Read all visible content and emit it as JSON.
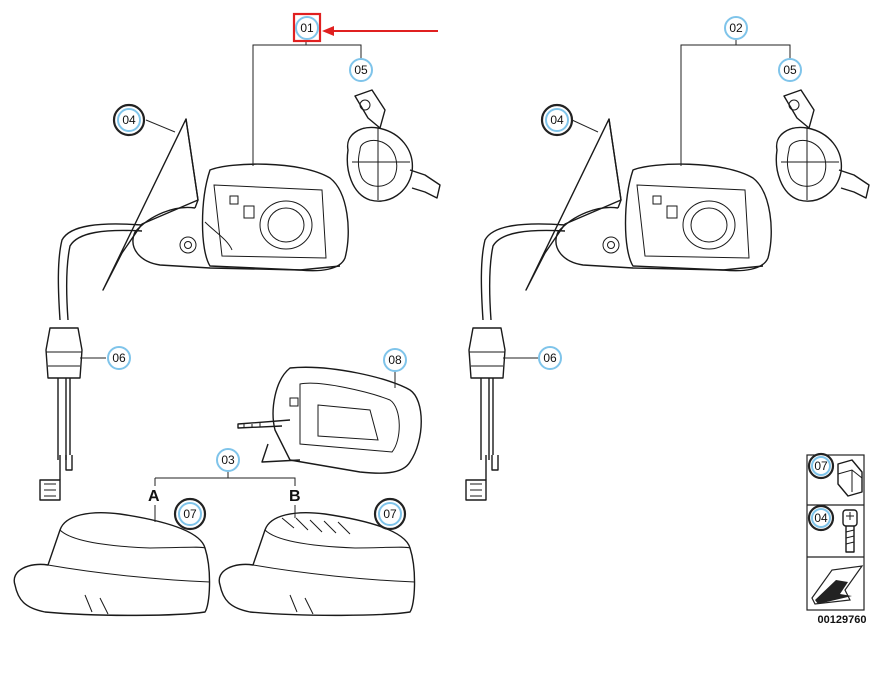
{
  "callouts": {
    "c01": "01",
    "c02": "02",
    "c03": "03",
    "c04_left": "04",
    "c04_right": "04",
    "c05_left": "05",
    "c05_right": "05",
    "c06_left": "06",
    "c06_right": "06",
    "c07_a": "07",
    "c07_b": "07",
    "c08": "08",
    "legend_07": "07",
    "legend_04": "04"
  },
  "variants": {
    "a": "A",
    "b": "B"
  },
  "reference_number": "00129760",
  "colors": {
    "callout_ring": "#7fc4ea",
    "highlight": "#e02020",
    "line": "#1a1a1a"
  }
}
